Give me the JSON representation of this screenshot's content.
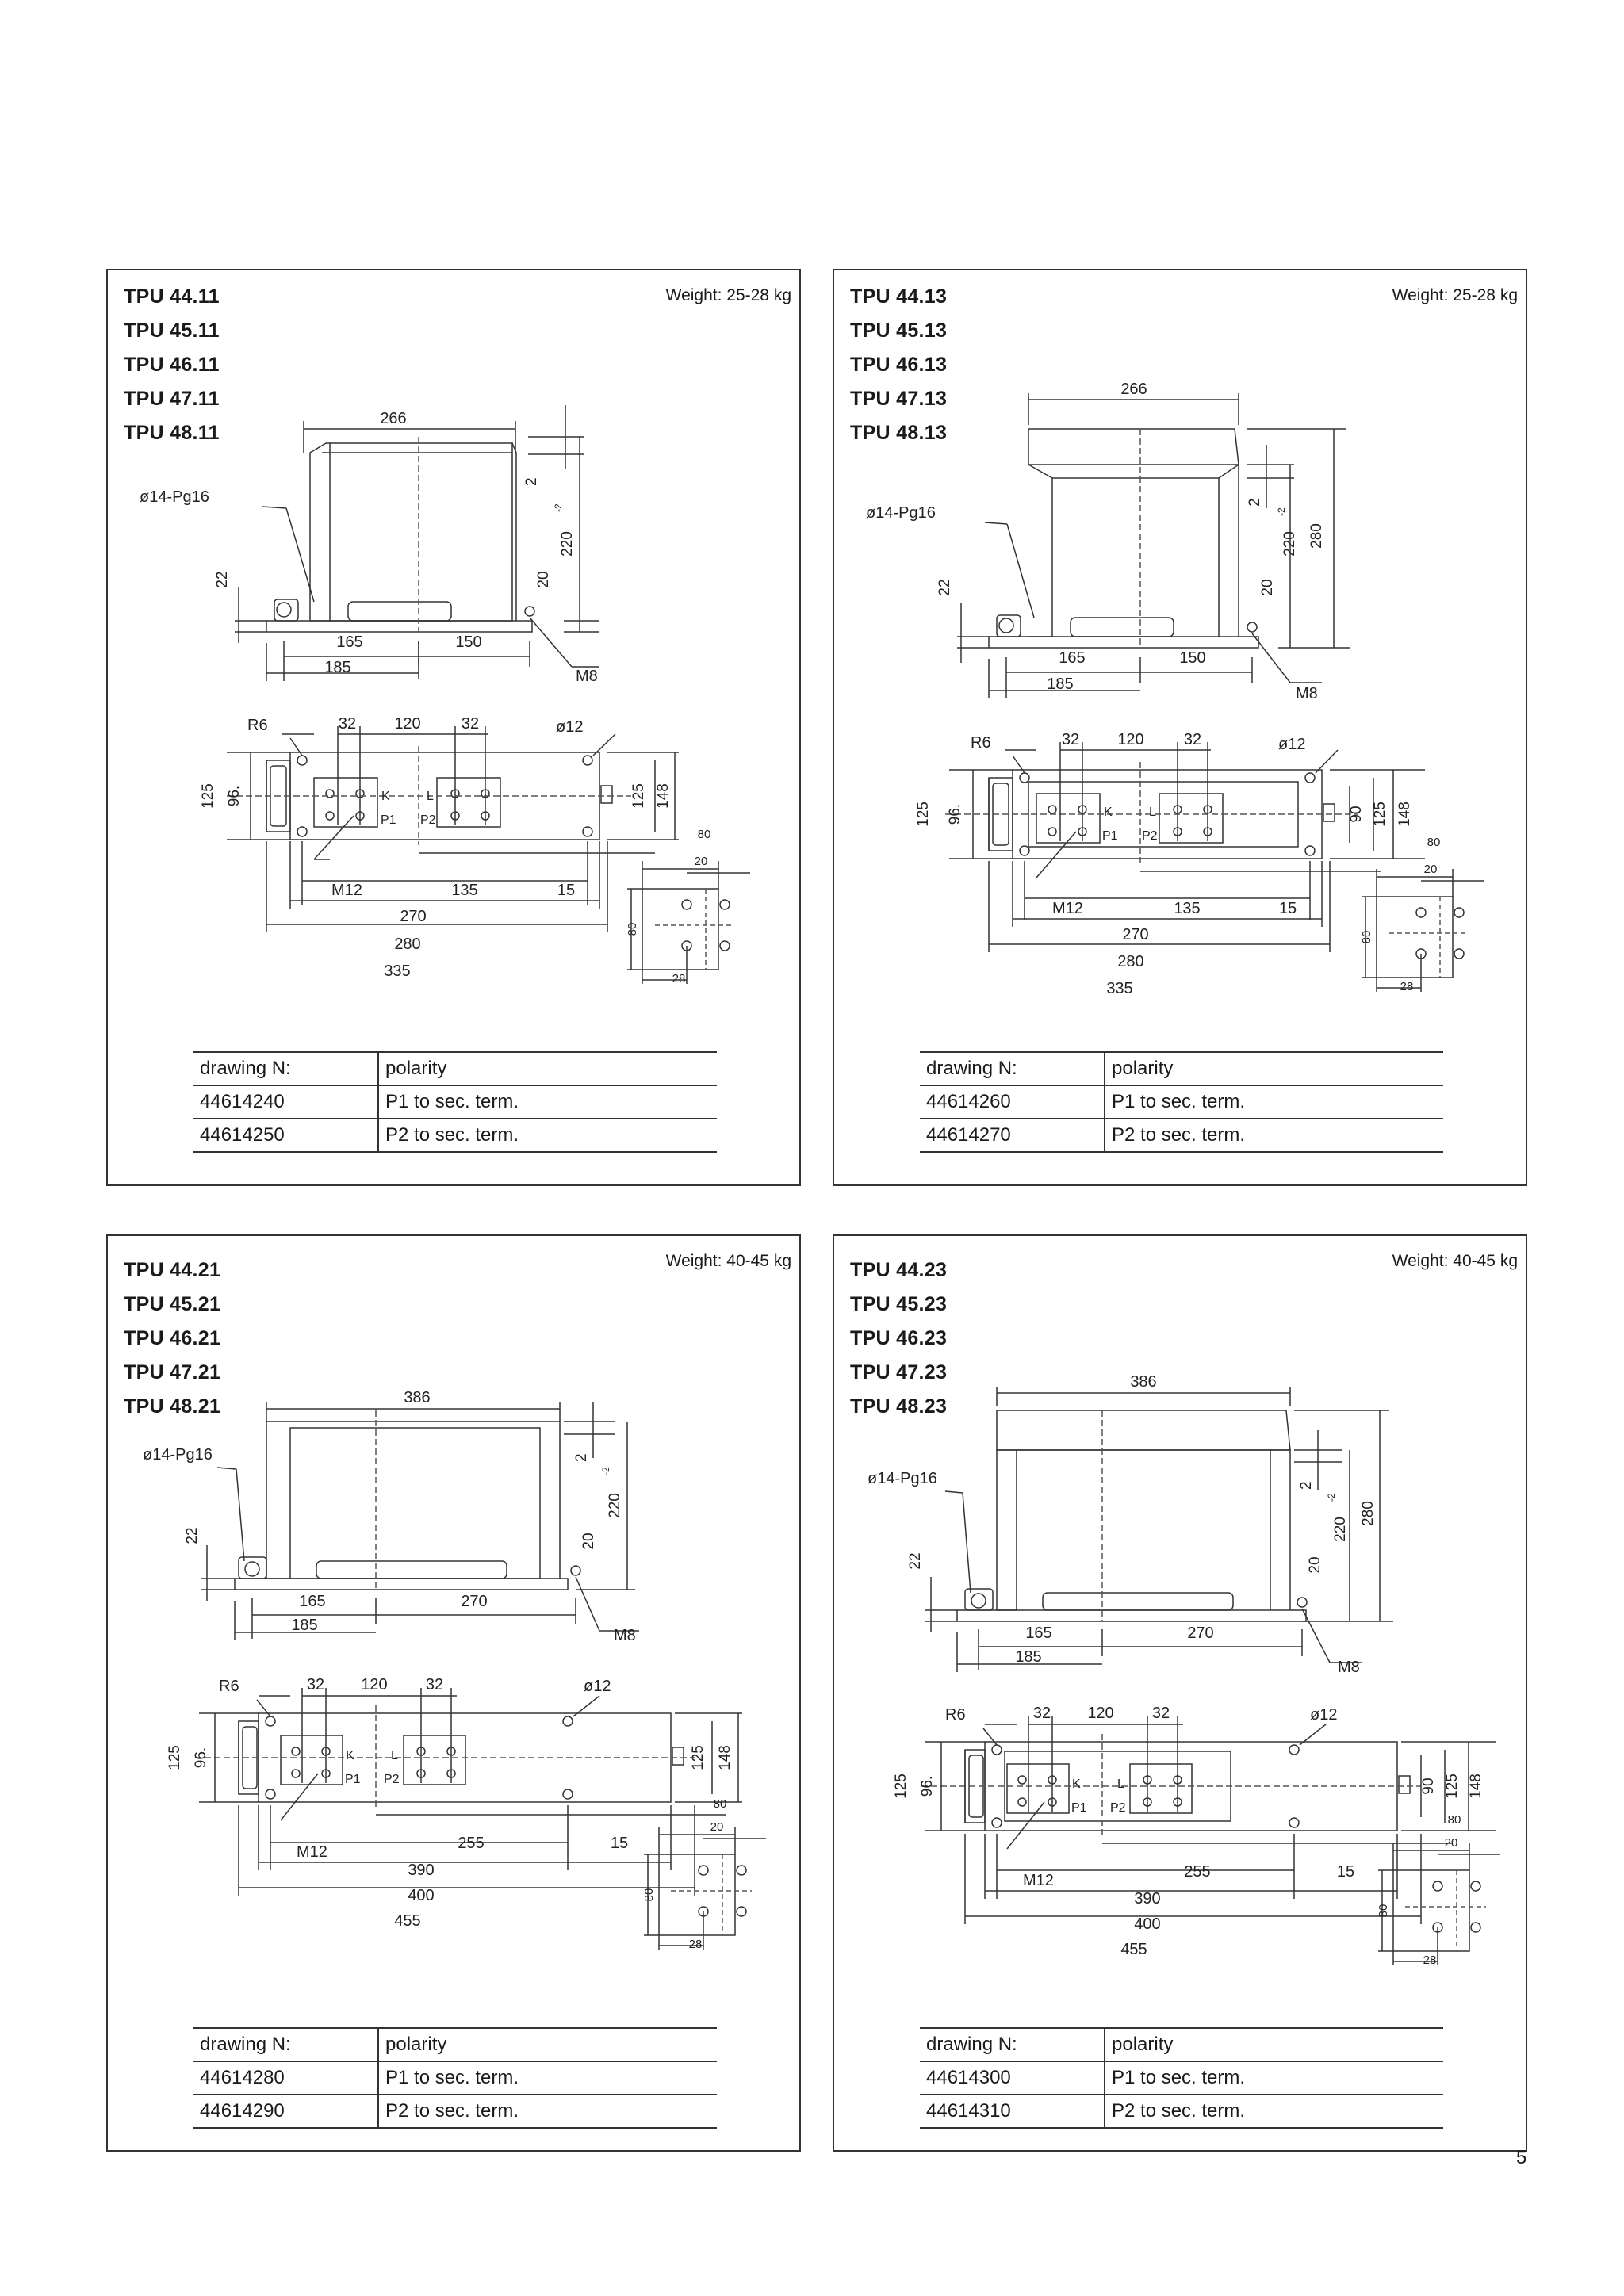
{
  "panels": [
    {
      "models": [
        "TPU 44.11",
        "TPU 45.11",
        "TPU 46.11",
        "TPU 47.11",
        "TPU 48.11"
      ],
      "weight": "Weight: 25-28 kg",
      "dims": {
        "top_width": "266",
        "cable": "ø14-Pg16",
        "h22": "22",
        "h2": "2",
        "h20": "20",
        "h220": "220",
        "h220_sup": "-2",
        "w165": "165",
        "w150": "150",
        "w185": "185",
        "m8": "M8",
        "r6": "R6",
        "w32a": "32",
        "w120": "120",
        "w32b": "32",
        "d12": "ø12",
        "k": "K",
        "l": "L",
        "p1": "P1",
        "p2": "P2",
        "h125": "125",
        "h96": "96.",
        "h125b": "125",
        "h148": "148",
        "m12": "M12",
        "w135": "135",
        "w15": "15",
        "w270": "270",
        "w280": "280",
        "w335": "335",
        "d80a": "80",
        "d20": "20",
        "d80b": "80",
        "d28": "28"
      },
      "table": {
        "header": [
          "drawing N:",
          "polarity"
        ],
        "rows": [
          [
            "44614240",
            "P1 to sec. term."
          ],
          [
            "44614250",
            "P2 to sec. term."
          ]
        ]
      }
    },
    {
      "models": [
        "TPU 44.13",
        "TPU 45.13",
        "TPU 46.13",
        "TPU 47.13",
        "TPU 48.13"
      ],
      "weight": "Weight: 25-28 kg",
      "dims": {
        "top_width": "266",
        "cable": "ø14-Pg16",
        "h22": "22",
        "h2": "2",
        "h20": "20",
        "h220": "220",
        "h220_sup": "-2",
        "h280": "280",
        "w165": "165",
        "w150": "150",
        "w185": "185",
        "m8": "M8",
        "r6": "R6",
        "w32a": "32",
        "w120": "120",
        "w32b": "32",
        "d12": "ø12",
        "k": "K",
        "l": "L",
        "p1": "P1",
        "p2": "P2",
        "h125": "125",
        "h96": "96.",
        "h90": "90",
        "h125b": "125",
        "h148": "148",
        "m12": "M12",
        "w135": "135",
        "w15": "15",
        "w270": "270",
        "w280": "280",
        "w335": "335",
        "d80a": "80",
        "d20": "20",
        "d80b": "80",
        "d28": "28"
      },
      "table": {
        "header": [
          "drawing N:",
          "polarity"
        ],
        "rows": [
          [
            "44614260",
            "P1 to sec. term."
          ],
          [
            "44614270",
            "P2 to sec. term."
          ]
        ]
      }
    },
    {
      "models": [
        "TPU 44.21",
        "TPU 45.21",
        "TPU 46.21",
        "TPU 47.21",
        "TPU 48.21"
      ],
      "weight": "Weight: 40-45 kg",
      "dims": {
        "top_width": "386",
        "cable": "ø14-Pg16",
        "h22": "22",
        "h2": "2",
        "h20": "20",
        "h220": "220",
        "h220_sup": "-2",
        "w165": "165",
        "w150": "270",
        "w185": "185",
        "m8": "M8",
        "r6": "R6",
        "w32a": "32",
        "w120": "120",
        "w32b": "32",
        "d12": "ø12",
        "k": "K",
        "l": "L",
        "p1": "P1",
        "p2": "P2",
        "h125": "125",
        "h96": "96.",
        "h125b": "125",
        "h148": "148",
        "m12": "M12",
        "w135": "255",
        "w15": "15",
        "w270": "390",
        "w280": "400",
        "w335": "455",
        "d80a": "80",
        "d20": "20",
        "d80b": "80",
        "d28": "28"
      },
      "table": {
        "header": [
          "drawing N:",
          "polarity"
        ],
        "rows": [
          [
            "44614280",
            "P1 to sec. term."
          ],
          [
            "44614290",
            "P2 to sec. term."
          ]
        ]
      }
    },
    {
      "models": [
        "TPU 44.23",
        "TPU 45.23",
        "TPU 46.23",
        "TPU 47.23",
        "TPU 48.23"
      ],
      "weight": "Weight: 40-45 kg",
      "dims": {
        "top_width": "386",
        "cable": "ø14-Pg16",
        "h22": "22",
        "h2": "2",
        "h20": "20",
        "h220": "220",
        "h220_sup": "-2",
        "h280": "280",
        "w165": "165",
        "w150": "270",
        "w185": "185",
        "m8": "M8",
        "r6": "R6",
        "w32a": "32",
        "w120": "120",
        "w32b": "32",
        "d12": "ø12",
        "k": "K",
        "l": "L",
        "p1": "P1",
        "p2": "P2",
        "h125": "125",
        "h96": "96.",
        "h90": "90",
        "h125b": "125",
        "h148": "148",
        "m12": "M12",
        "w135": "255",
        "w15": "15",
        "w270": "390",
        "w280": "400",
        "w335": "455",
        "d80a": "80",
        "d20": "20",
        "d80b": "80",
        "d28": "28"
      },
      "table": {
        "header": [
          "drawing N:",
          "polarity"
        ],
        "rows": [
          [
            "44614300",
            "P1 to sec. term."
          ],
          [
            "44614310",
            "P2 to sec. term."
          ]
        ]
      }
    }
  ],
  "page_number": "5"
}
